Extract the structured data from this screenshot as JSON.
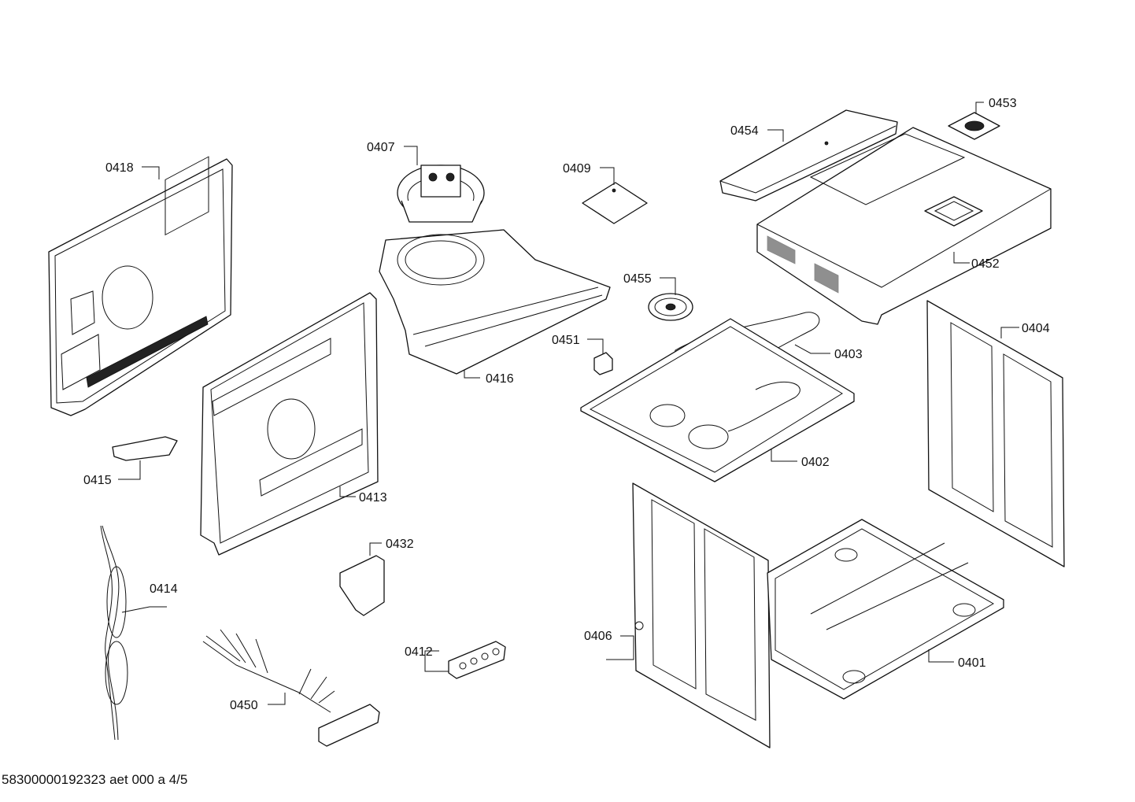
{
  "labels": {
    "p0401": "0401",
    "p0402": "0402",
    "p0403": "0403",
    "p0404": "0404",
    "p0406": "0406",
    "p0407": "0407",
    "p0409": "0409",
    "p0412": "0412",
    "p0413": "0413",
    "p0414": "0414",
    "p0415": "0415",
    "p0416": "0416",
    "p0418": "0418",
    "p0432": "0432",
    "p0450": "0450",
    "p0451": "0451",
    "p0452": "0452",
    "p0453": "0453",
    "p0454": "0454",
    "p0455": "0455"
  },
  "footer": {
    "drawing_id": "58300000192323 aet 000 a 4/5"
  }
}
